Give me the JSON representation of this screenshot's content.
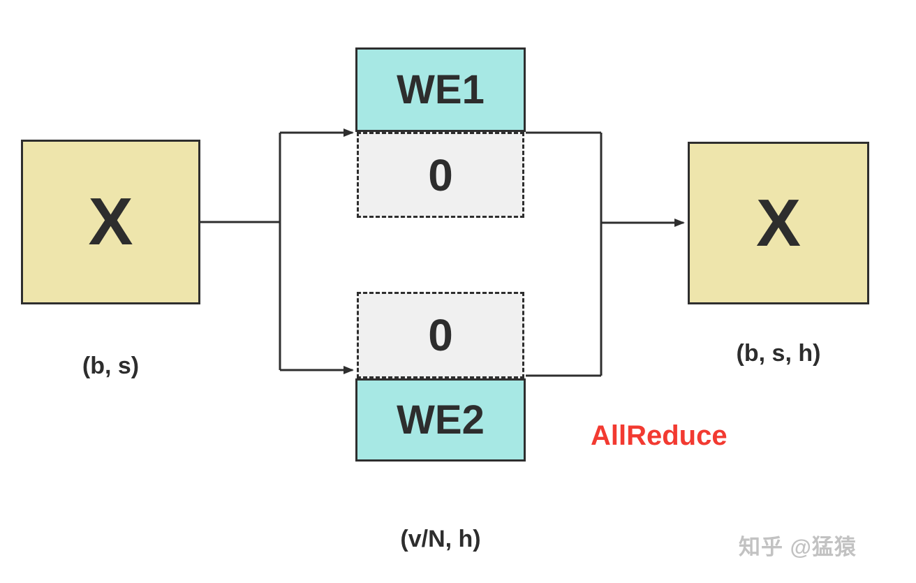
{
  "boxes": {
    "input": {
      "label": "X",
      "shape": "(b, s)"
    },
    "we1": {
      "label": "WE1"
    },
    "zero_top": {
      "label": "0"
    },
    "zero_bottom": {
      "label": "0"
    },
    "we2": {
      "label": "WE2"
    },
    "output": {
      "label": "X",
      "shape": "(b, s, h)"
    }
  },
  "labels": {
    "allreduce": "AllReduce",
    "weight_shape": "(v/N, h)",
    "watermark": "知乎 @猛猿"
  },
  "colors": {
    "yellow": "#EEE5AC",
    "cyan": "#A7E8E4",
    "gray_fill": "#F0F0F0",
    "border": "#2E2E2E",
    "red": "#F23A31",
    "watermark_gray": "#C2C2C2"
  }
}
